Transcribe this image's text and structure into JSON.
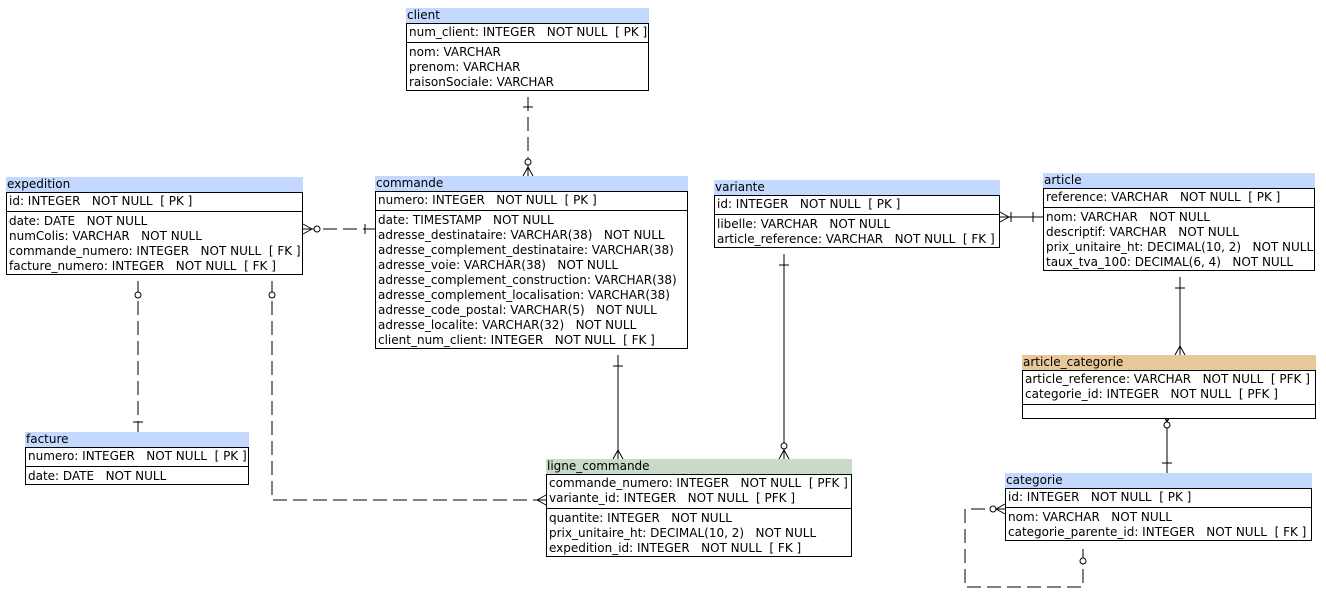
{
  "colors": {
    "header_default": "#c3d9ff",
    "header_association": "#e8c898",
    "header_line": "#c8dac8",
    "line": "#000000"
  },
  "entities": {
    "client": {
      "name": "client",
      "pk": [
        "num_client: INTEGER   NOT NULL  [ PK ]"
      ],
      "cols": [
        "nom: VARCHAR",
        "prenom: VARCHAR",
        "raisonSociale: VARCHAR"
      ]
    },
    "expedition": {
      "name": "expedition",
      "pk": [
        "id: INTEGER   NOT NULL  [ PK ]"
      ],
      "cols": [
        "date: DATE   NOT NULL",
        "numColis: VARCHAR   NOT NULL",
        "commande_numero: INTEGER   NOT NULL  [ FK ]",
        "facture_numero: INTEGER   NOT NULL  [ FK ]"
      ]
    },
    "commande": {
      "name": "commande",
      "pk": [
        "numero: INTEGER   NOT NULL  [ PK ]"
      ],
      "cols": [
        "date: TIMESTAMP   NOT NULL",
        "adresse_destinataire: VARCHAR(38)   NOT NULL",
        "adresse_complement_destinataire: VARCHAR(38)",
        "adresse_voie: VARCHAR(38)   NOT NULL",
        "adresse_complement_construction: VARCHAR(38)",
        "adresse_complement_localisation: VARCHAR(38)",
        "adresse_code_postal: VARCHAR(5)   NOT NULL",
        "adresse_localite: VARCHAR(32)   NOT NULL",
        "client_num_client: INTEGER   NOT NULL  [ FK ]"
      ]
    },
    "variante": {
      "name": "variante",
      "pk": [
        "id: INTEGER   NOT NULL  [ PK ]"
      ],
      "cols": [
        "libelle: VARCHAR   NOT NULL",
        "article_reference: VARCHAR   NOT NULL  [ FK ]"
      ]
    },
    "article": {
      "name": "article",
      "pk": [
        "reference: VARCHAR   NOT NULL  [ PK ]"
      ],
      "cols": [
        "nom: VARCHAR   NOT NULL",
        "descriptif: VARCHAR   NOT NULL",
        "prix_unitaire_ht: DECIMAL(10, 2)   NOT NULL",
        "taux_tva_100: DECIMAL(6, 4)   NOT NULL"
      ]
    },
    "article_categorie": {
      "name": "article_categorie",
      "pk": [
        "article_reference: VARCHAR   NOT NULL  [ PFK ]",
        "categorie_id: INTEGER   NOT NULL  [ PFK ]"
      ],
      "cols": []
    },
    "facture": {
      "name": "facture",
      "pk": [
        "numero: INTEGER   NOT NULL  [ PK ]"
      ],
      "cols": [
        "date: DATE   NOT NULL"
      ]
    },
    "ligne_commande": {
      "name": "ligne_commande",
      "pk": [
        "commande_numero: INTEGER   NOT NULL  [ PFK ]",
        "variante_id: INTEGER   NOT NULL  [ PFK ]"
      ],
      "cols": [
        "quantite: INTEGER   NOT NULL",
        "prix_unitaire_ht: DECIMAL(10, 2)   NOT NULL",
        "expedition_id: INTEGER   NOT NULL  [ FK ]"
      ]
    },
    "categorie": {
      "name": "categorie",
      "pk": [
        "id: INTEGER   NOT NULL  [ PK ]"
      ],
      "cols": [
        "nom: VARCHAR   NOT NULL",
        "categorie_parente_id: INTEGER   NOT NULL  [ FK ]"
      ]
    }
  },
  "relationships": [
    {
      "from": "client",
      "to": "commande",
      "from_end": "one",
      "to_end": "zero-or-many",
      "style": "dashed"
    },
    {
      "from": "commande",
      "to": "expedition",
      "from_end": "one",
      "to_end": "zero-or-many",
      "style": "dashed"
    },
    {
      "from": "commande",
      "to": "ligne_commande",
      "from_end": "one",
      "to_end": "one-or-many",
      "style": "solid"
    },
    {
      "from": "variante",
      "to": "ligne_commande",
      "from_end": "one",
      "to_end": "zero-or-many",
      "style": "solid"
    },
    {
      "from": "article",
      "to": "variante",
      "from_end": "one",
      "to_end": "one-or-many",
      "style": "solid"
    },
    {
      "from": "article",
      "to": "article_categorie",
      "from_end": "one",
      "to_end": "one-or-many",
      "style": "solid"
    },
    {
      "from": "categorie",
      "to": "article_categorie",
      "from_end": "one",
      "to_end": "zero-or-many",
      "style": "solid"
    },
    {
      "from": "facture",
      "to": "expedition",
      "from_end": "one",
      "to_end": "zero-or-one",
      "style": "dashed"
    },
    {
      "from": "expedition",
      "to": "ligne_commande",
      "from_end": "zero-or-one",
      "to_end": "one-or-many",
      "style": "dashed"
    },
    {
      "from": "categorie",
      "to": "categorie",
      "from_end": "zero-or-one",
      "to_end": "zero-or-many",
      "style": "dashed"
    }
  ]
}
